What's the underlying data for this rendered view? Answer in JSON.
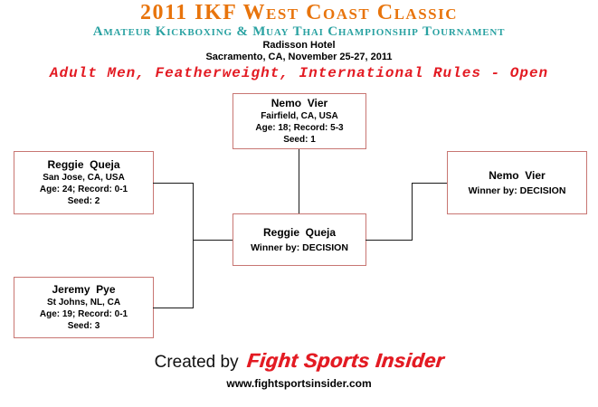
{
  "header": {
    "title": "2011 IKF West Coast Classic",
    "subtitle": "Amateur Kickboxing & Muay Thai Championship Tournament",
    "venue": "Radisson Hotel",
    "location_date": "Sacramento, CA, November 25-27, 2011",
    "division": "Adult Men, Featherweight, International Rules - Open"
  },
  "bracket": {
    "round1": [
      {
        "name": "Nemo  Vier",
        "location": "Fairfield, CA, USA",
        "age_record": "Age: 18; Record: 5-3",
        "seed": "Seed: 1"
      },
      {
        "name": "Reggie  Queja",
        "location": "San Jose, CA, USA",
        "age_record": "Age: 24; Record: 0-1",
        "seed": "Seed: 2"
      },
      {
        "name": "Jeremy  Pye",
        "location": "St Johns, NL, CA",
        "age_record": "Age: 19; Record: 0-1",
        "seed": "Seed: 3"
      }
    ],
    "semifinal_winner": {
      "name": "Reggie  Queja",
      "result": "Winner by: DECISION"
    },
    "final_winner": {
      "name": "Nemo  Vier",
      "result": "Winner by: DECISION"
    }
  },
  "footer": {
    "created_by": "Created by",
    "logo": "Fight Sports Insider",
    "website": "www.fightsportsinsider.com"
  },
  "colors": {
    "title_orange": "#E8740C",
    "subtitle_teal": "#2AA2A2",
    "accent_red": "#E31B23",
    "box_border": "#C87672",
    "connector_black": "#1a1a1a"
  }
}
